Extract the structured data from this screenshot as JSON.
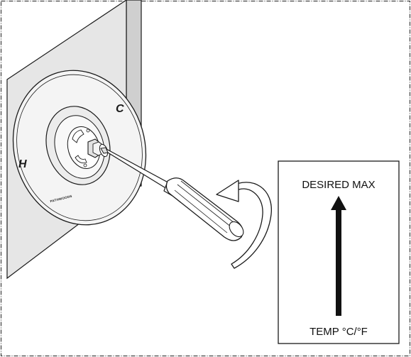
{
  "figure": {
    "valve_label_hot": "H",
    "valve_label_cold": "C",
    "valve_brand_text": "PATHWOODS",
    "legend_top_label": "DESIRED MAX",
    "legend_bottom_label": "TEMP °C/°F"
  },
  "colors": {
    "stroke": "#1a1a1a",
    "wall_fill": "#e6e6e6",
    "trim_fill": "#f4f4f4",
    "arrow_fill": "#111111",
    "border_dash": "#222222"
  },
  "icons": {
    "rotation_arrow": "curved-counterclockwise-arrow",
    "direction_arrow": "up-arrow"
  }
}
